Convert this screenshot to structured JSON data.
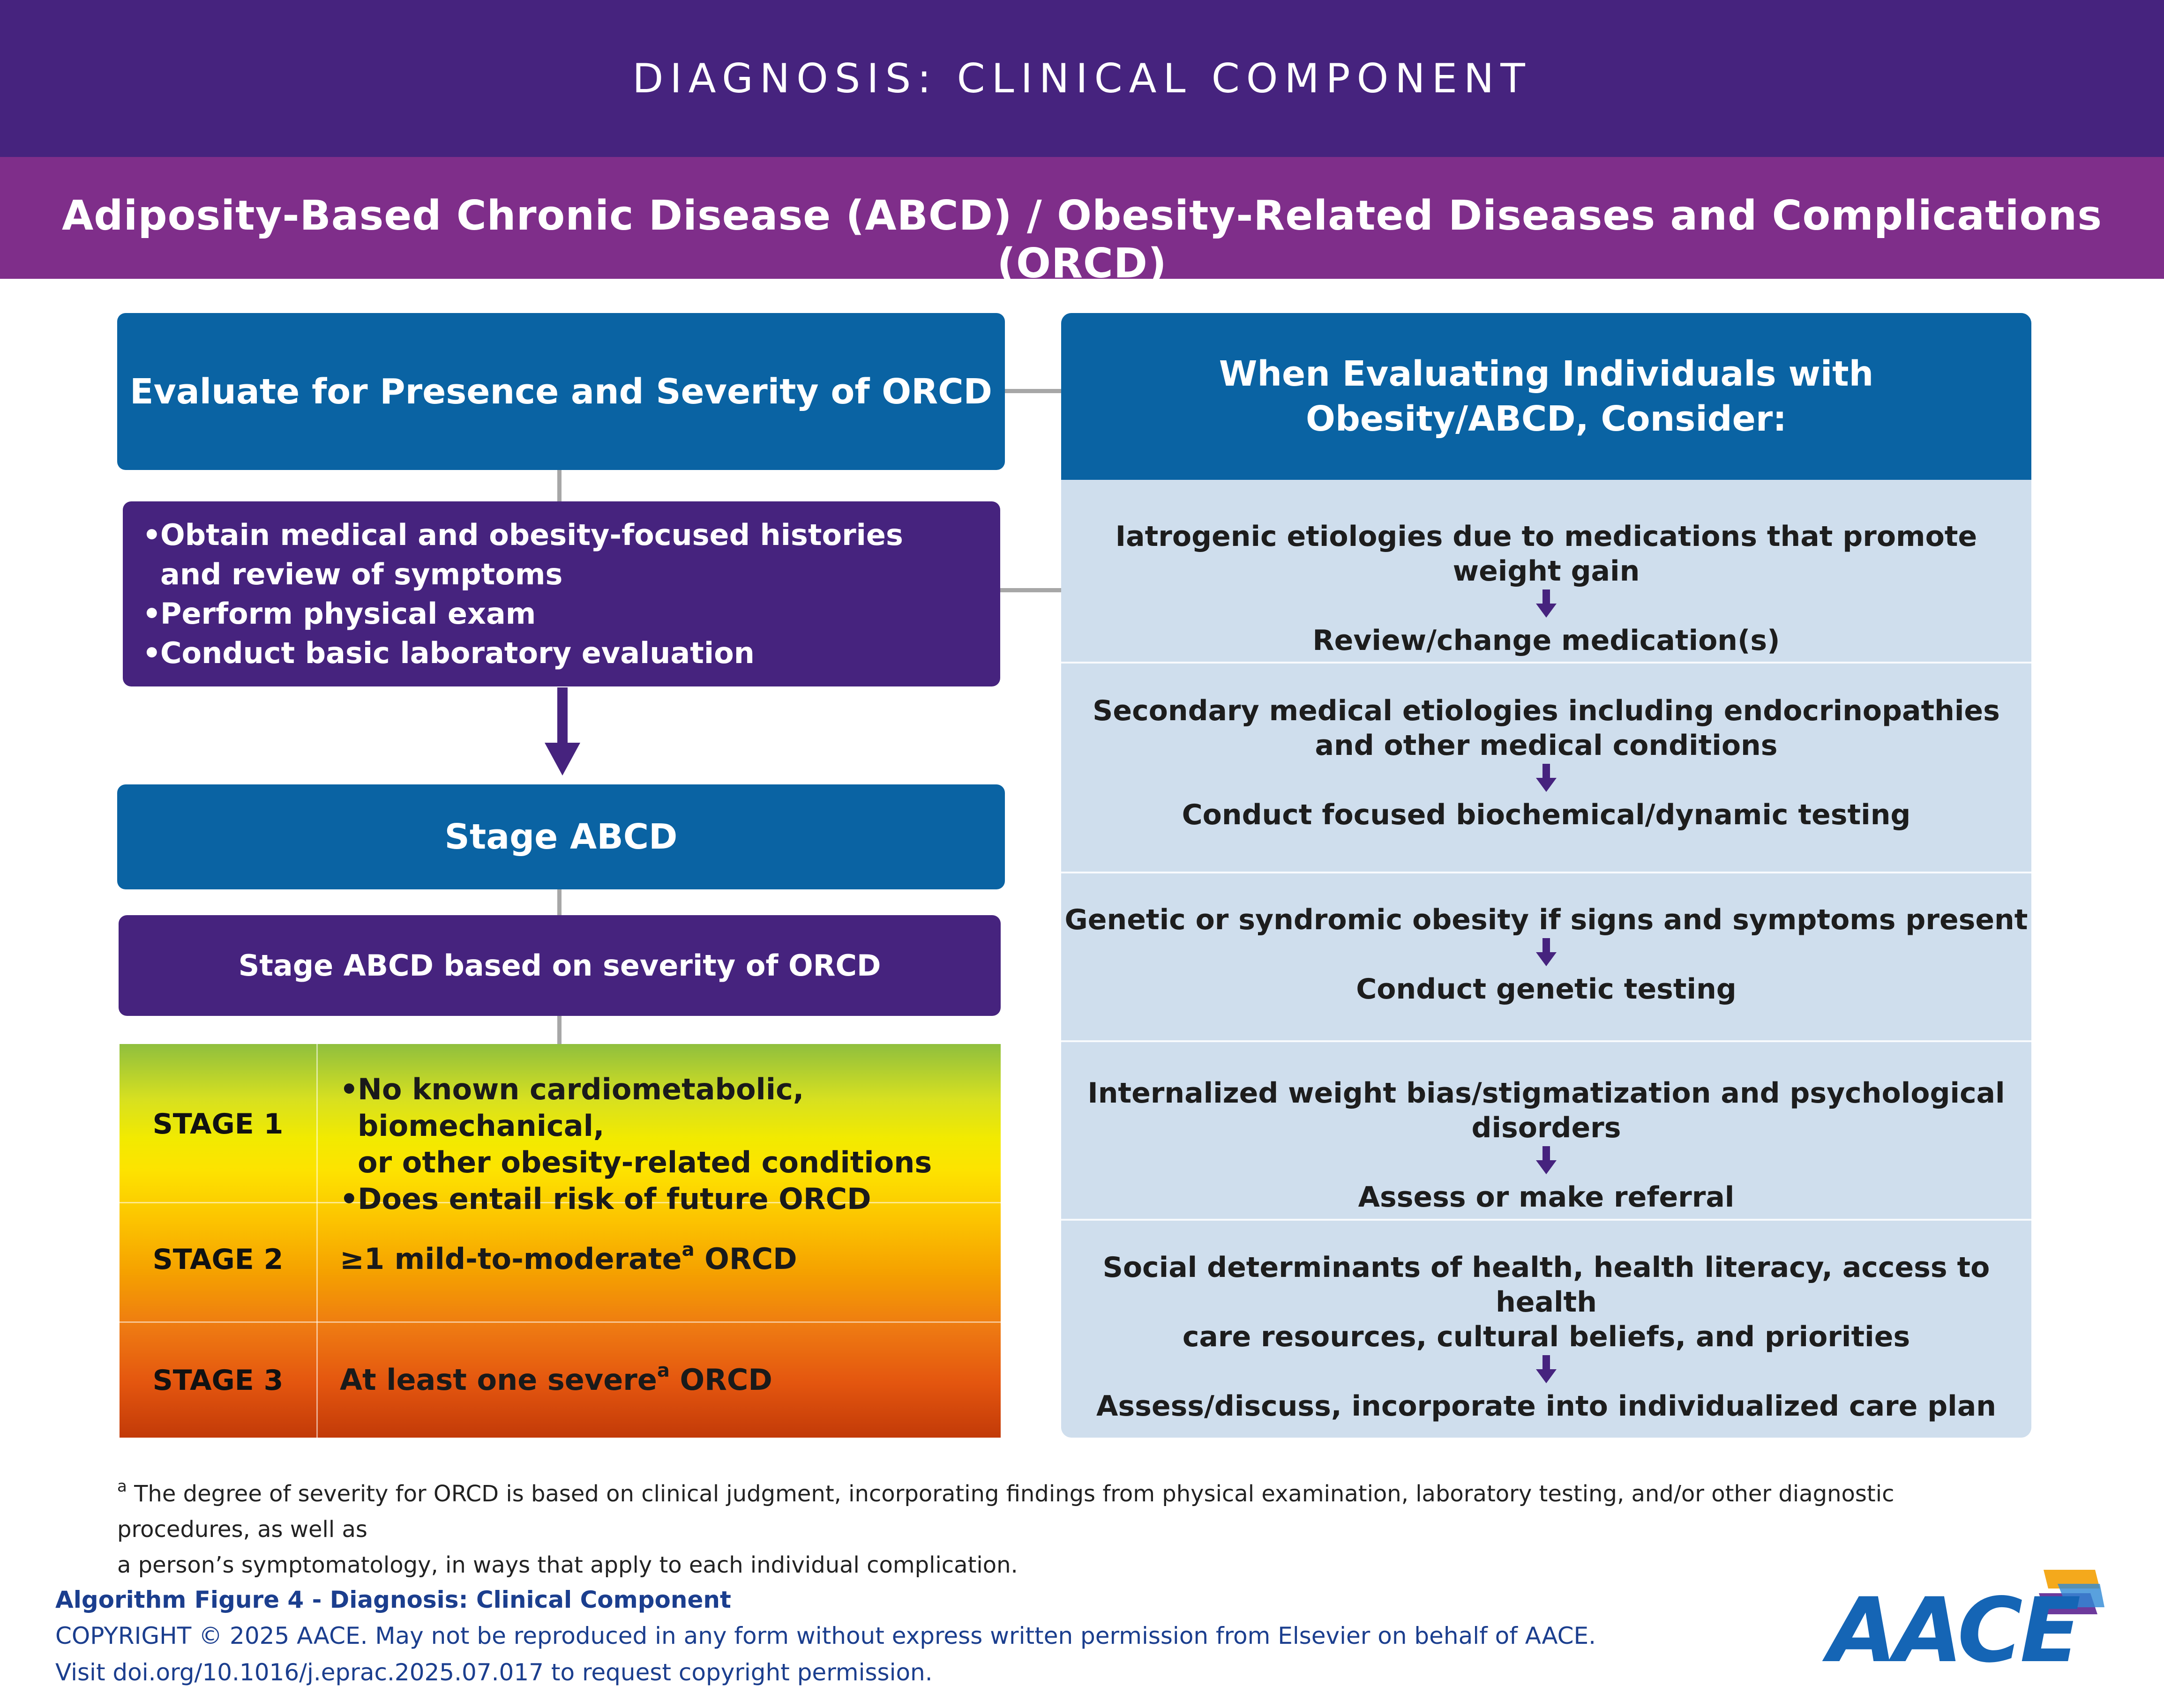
{
  "header": {
    "title": "DIAGNOSIS: CLINICAL COMPONENT",
    "subtitle": "Adiposity-Based Chronic Disease (ABCD) / Obesity-Related Diseases and Complications (ORCD)"
  },
  "left": {
    "evaluate_title": "Evaluate for Presence and Severity of ORCD",
    "steps": [
      "Obtain medical and obesity-focused histories",
      "and review of symptoms",
      "Perform physical exam",
      "Conduct basic laboratory evaluation"
    ],
    "stage_title": "Stage ABCD",
    "stage_basis": "Stage ABCD based on severity of ORCD",
    "stages": [
      {
        "label": "STAGE 1",
        "bullets": [
          "No known cardiometabolic, biomechanical,",
          "or other obesity-related conditions",
          "Does entail risk of future ORCD"
        ]
      },
      {
        "label": "STAGE 2",
        "desc_pre": "≥1 mild-to-moderate",
        "sup": "a",
        "desc_post": " ORCD"
      },
      {
        "label": "STAGE 3",
        "desc_pre": "At least one severe",
        "sup": "a",
        "desc_post": " ORCD"
      }
    ]
  },
  "right": {
    "header_line1": "When Evaluating Individuals with",
    "header_line2": "Obesity/ABCD, Consider:",
    "items": [
      {
        "lines": [
          "Iatrogenic etiologies due to medications that promote weight gain"
        ],
        "action": "Review/change medication(s)"
      },
      {
        "lines": [
          "Secondary medical etiologies including endocrinopathies",
          "and other medical conditions"
        ],
        "action": "Conduct focused biochemical/dynamic testing"
      },
      {
        "lines": [
          "Genetic or syndromic obesity if signs and symptoms present"
        ],
        "action": "Conduct genetic testing"
      },
      {
        "lines": [
          "Internalized weight bias/stigmatization and psychological disorders"
        ],
        "action": "Assess or make referral"
      },
      {
        "lines": [
          "Social determinants of health, health literacy, access to health",
          "care resources, cultural beliefs, and priorities"
        ],
        "action": "Assess/discuss, incorporate into individualized care plan"
      }
    ]
  },
  "footnote": {
    "marker": "a",
    "line1": "The degree of severity for ORCD is based on clinical judgment, incorporating findings from physical examination, laboratory testing, and/or other diagnostic procedures, as well as",
    "line2": "a person’s symptomatology, in ways that apply to each individual complication."
  },
  "footer": {
    "figure_title": "Algorithm Figure 4 - Diagnosis: Clinical Component",
    "copyright": "COPYRIGHT © 2025 AACE. May not be reproduced in any form without express written permission from Elsevier on behalf of AACE.",
    "visit": "Visit doi.org/10.1016/j.eprac.2025.07.017 to request copyright permission.",
    "logo_text": "AACE"
  }
}
